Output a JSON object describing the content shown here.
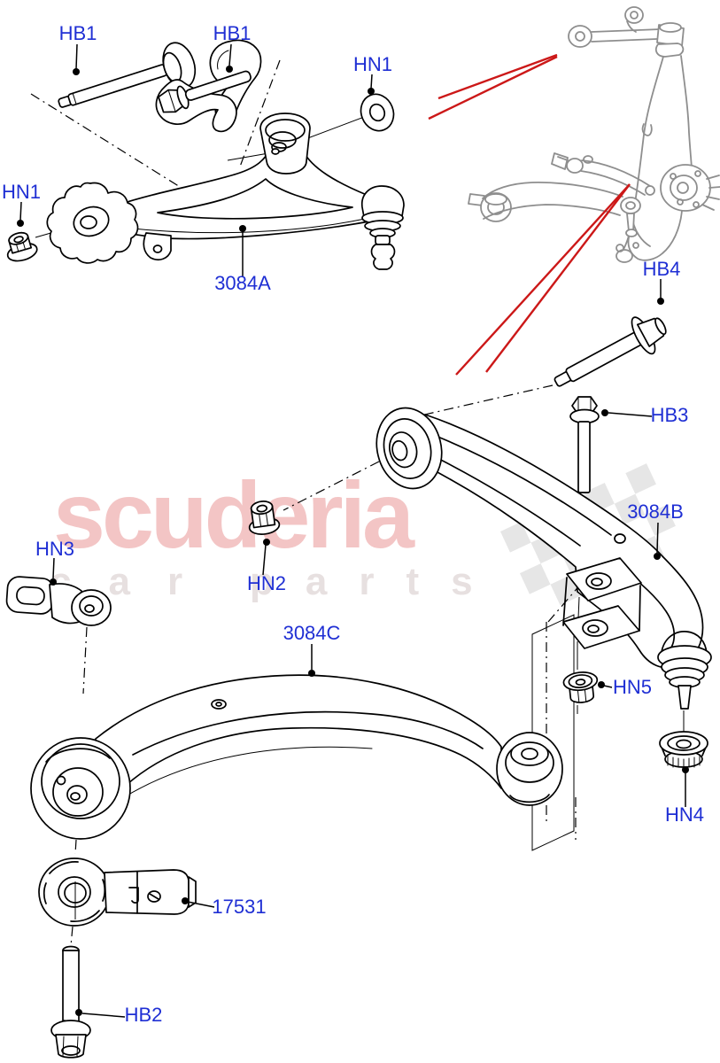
{
  "callouts": [
    {
      "id": "hb1-front-bolt",
      "label": "HB1"
    },
    {
      "id": "hb1-rear-bolt",
      "label": "HB1"
    },
    {
      "id": "hn1-front-nut",
      "label": "HN1"
    },
    {
      "id": "hn1-rear-washer",
      "label": "HN1"
    },
    {
      "id": "upper-control-arm",
      "label": "3084A"
    },
    {
      "id": "hb4-bolt",
      "label": "HB4"
    },
    {
      "id": "hb3-bolt",
      "label": "HB3"
    },
    {
      "id": "lower-arm-rear",
      "label": "3084B"
    },
    {
      "id": "hn2-nut",
      "label": "HN2"
    },
    {
      "id": "hn3-link",
      "label": "HN3"
    },
    {
      "id": "lower-arm-front",
      "label": "3084C"
    },
    {
      "id": "hn5-nut",
      "label": "HN5"
    },
    {
      "id": "hn4-nut",
      "label": "HN4"
    },
    {
      "id": "mount-bracket",
      "label": "17531"
    },
    {
      "id": "hb2-bolt",
      "label": "HB2"
    }
  ],
  "watermark": {
    "brand": "scuderia",
    "tagline_word1": "car",
    "tagline_word2": "parts"
  },
  "colors": {
    "callout_blue": "#1f2fd4",
    "pointer_red": "#cc1818",
    "reference_gray": "#8e8e8e",
    "watermark_pink": "#f3c5c5",
    "watermark_gray": "#e7e0e0",
    "checker_gray": "#e6e6e6",
    "line_black": "#000000",
    "background": "#ffffff"
  }
}
